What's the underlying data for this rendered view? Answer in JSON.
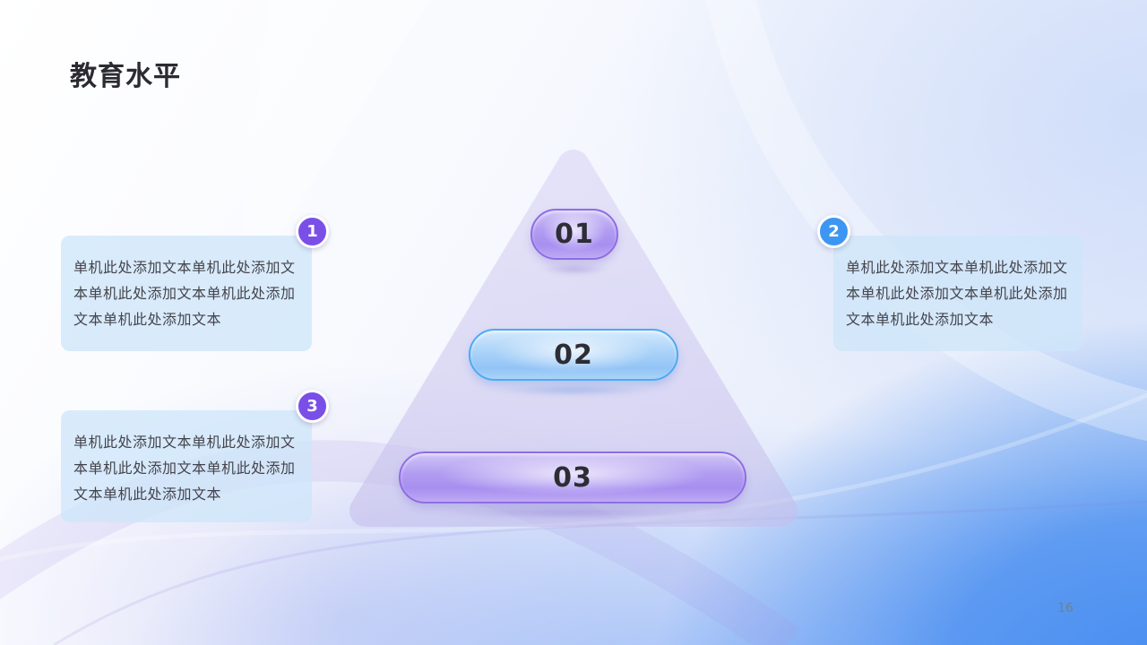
{
  "slide": {
    "title": "教育水平",
    "page_number": "16"
  },
  "pyramid": {
    "levels": [
      {
        "label": "01",
        "fill": "#b19cf1",
        "border": "#8f6de4"
      },
      {
        "label": "02",
        "fill": "#a9d2f8",
        "border": "#4fa9f2"
      },
      {
        "label": "03",
        "fill": "#b19cf1",
        "border": "#8f6de4"
      }
    ],
    "triangle_color": "#cdc6ef"
  },
  "notes": [
    {
      "number": "1",
      "badge_color": "#7a4fe8",
      "text": "单机此处添加文本单机此处添加文本单机此处添加文本单机此处添加文本单机此处添加文本"
    },
    {
      "number": "2",
      "badge_color": "#3d97f2",
      "text": "单机此处添加文本单机此处添加文本单机此处添加文本单机此处添加文本单机此处添加文本"
    },
    {
      "number": "3",
      "badge_color": "#7a4fe8",
      "text": "单机此处添加文本单机此处添加文本单机此处添加文本单机此处添加文本单机此处添加文本"
    }
  ],
  "colors": {
    "background_bottom_right": "#4089f0",
    "background_top_left": "#ffffff",
    "note_box": "#cee5f9",
    "title_text": "#2b2b31",
    "note_text": "#44444c"
  }
}
